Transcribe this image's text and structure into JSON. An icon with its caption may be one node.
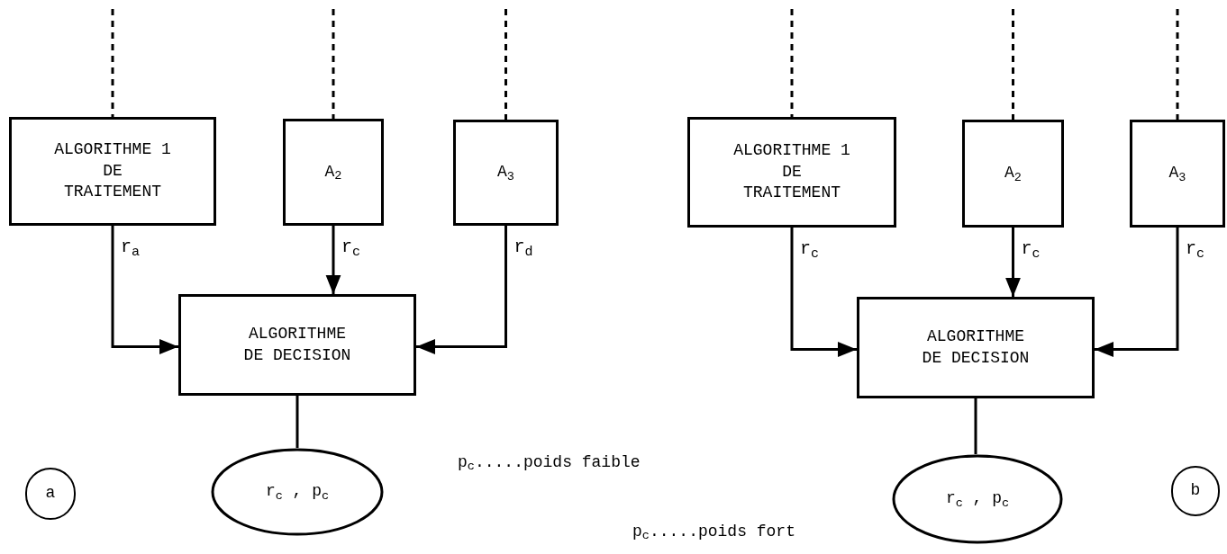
{
  "diagram": {
    "nodes": [
      {
        "text": [
          "ALGORITHME 1 DE TRAITEMENT"
        ]
      },
      {
        "text": [
          "A$_{2}$"
        ]
      },
      {
        "text": [
          "A$_{3}$"
        ]
      },
      {
        "text": [
          "ALGORITHME DE DECISION"
        ]
      },
      {
        "text": [
          "r$_{c}$ , p$_{c}$"
        ]
      },
      {
        "text": [
          "a"
        ]
      },
      {
        "text": [
          "ALGORITHME 1 DE TRAITEMENT"
        ]
      },
      {
        "text": [
          "A$_{2}$"
        ]
      },
      {
        "text": [
          "A$_{3}$"
        ]
      },
      {
        "text": [
          "ALGORITHME DE DECISION"
        ]
      },
      {
        "text": [
          "r$_{c}$ , p$_{c}$"
        ]
      },
      {
        "text": [
          "b"
        ]
      }
    ],
    "edges": [
      {
        "from": null,
        "to": 0,
        "arrow": "none",
        "style": "dashed"
      },
      {
        "from": null,
        "to": 1,
        "arrow": "none",
        "style": "dashed"
      },
      {
        "from": null,
        "to": 2,
        "arrow": "none",
        "style": "dashed"
      },
      {
        "from": 0,
        "to": 3,
        "arrow": "to",
        "label": "r$_{a}$"
      },
      {
        "from": 1,
        "to": 3,
        "arrow": "to",
        "label": "r$_{c}$"
      },
      {
        "from": 2,
        "to": 3,
        "arrow": "to",
        "label": "r$_{d}$"
      },
      {
        "from": 3,
        "to": 4,
        "arrow": "none"
      },
      {
        "from": null,
        "to": 6,
        "arrow": "none",
        "style": "dashed"
      },
      {
        "from": null,
        "to": 7,
        "arrow": "none",
        "style": "dashed"
      },
      {
        "from": null,
        "to": 8,
        "arrow": "none",
        "style": "dashed"
      },
      {
        "from": 6,
        "to": 9,
        "arrow": "to",
        "label": "r$_{c}$"
      },
      {
        "from": 7,
        "to": 9,
        "arrow": "to",
        "label": "r$_{c}$"
      },
      {
        "from": 8,
        "to": 9,
        "arrow": "to",
        "label": "r$_{c}$"
      },
      {
        "from": 9,
        "to": 10,
        "arrow": "none"
      }
    ],
    "labels": [
      "p$_{c}$.....poids faible",
      "p$_{c}$.....poids fort"
    ]
  }
}
